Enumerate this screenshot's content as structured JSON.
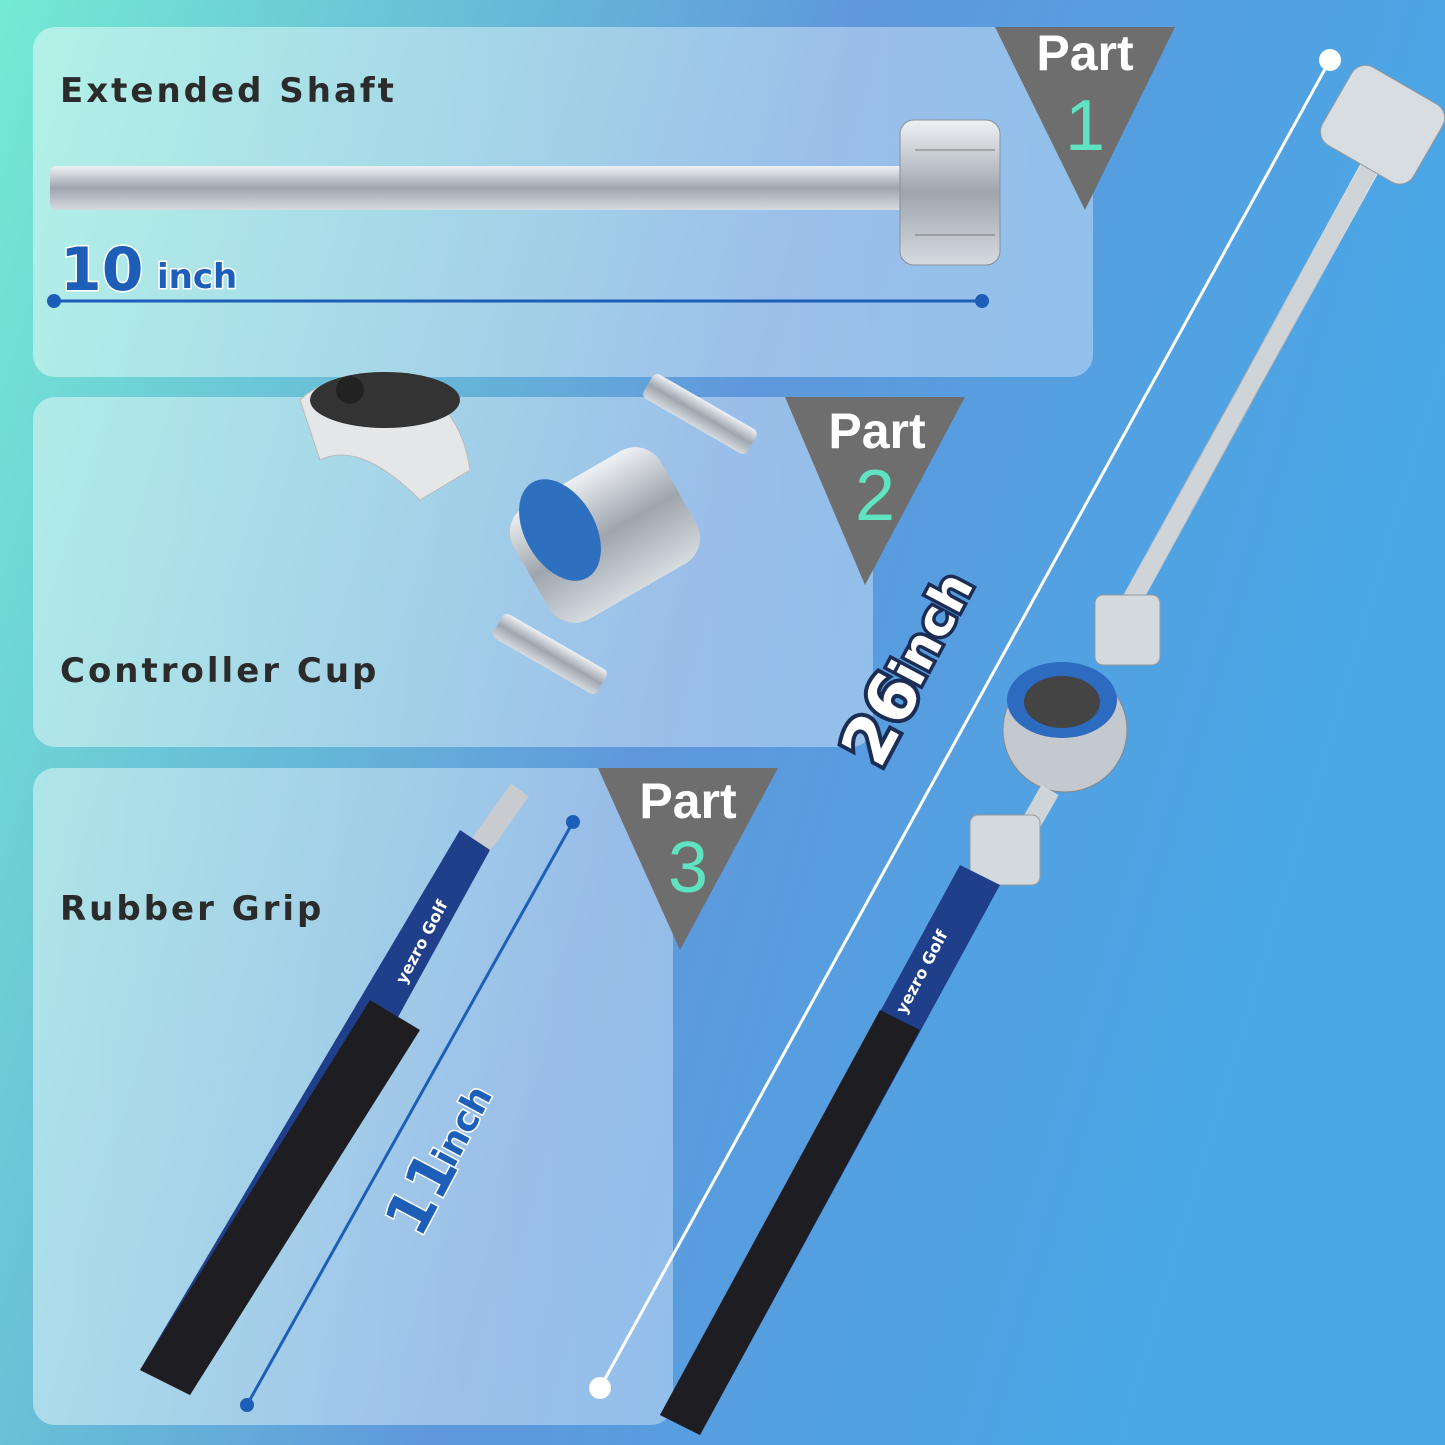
{
  "colors": {
    "bg_left": "#72e8d2",
    "bg_right": "#4a9ee4",
    "tab": "#6e6e6e",
    "part_number": "#5fe3c0",
    "dimension": "#1d5fb8"
  },
  "parts": [
    {
      "tab": "Part",
      "number": "1",
      "name": "Extended Shaft",
      "length_value": "10",
      "length_unit": "inch"
    },
    {
      "tab": "Part",
      "number": "2",
      "name": "Controller Cup"
    },
    {
      "tab": "Part",
      "number": "3",
      "name": "Rubber Grip",
      "length_value": "11",
      "length_unit": "inch"
    }
  ],
  "assembled": {
    "length_value": "26",
    "length_unit": "inch"
  },
  "grip_brand": "yezro Golf"
}
